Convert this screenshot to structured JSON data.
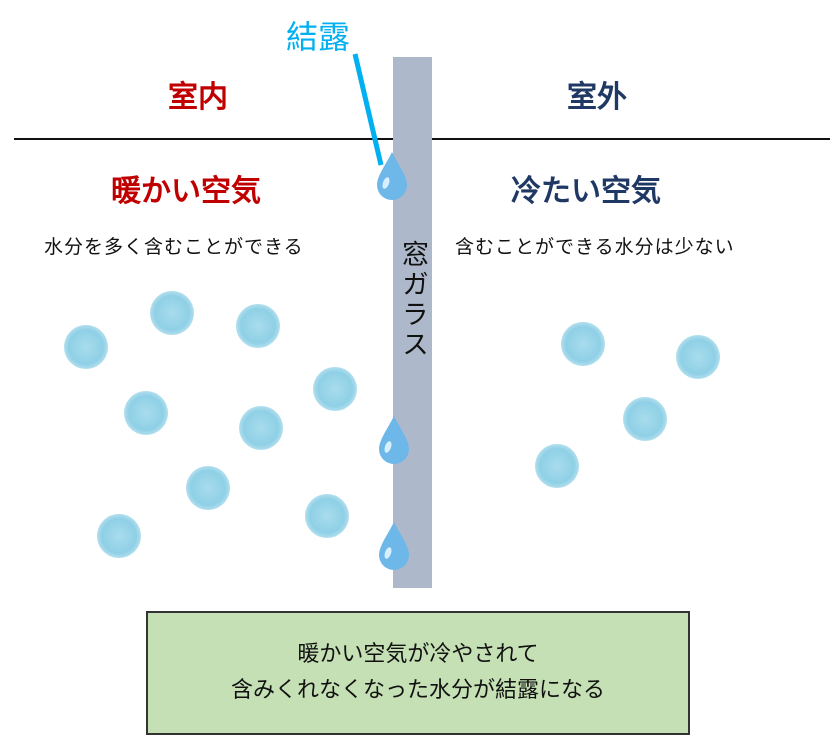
{
  "labels": {
    "condensation": "結露",
    "indoor": "室内",
    "outdoor": "室外",
    "glass": "窓ガラス"
  },
  "indoor": {
    "heading": "暖かい空気",
    "desc": "水分を多く含むことができる"
  },
  "outdoor": {
    "heading": "冷たい空気",
    "desc": "含むことができる水分は少ない"
  },
  "summary": {
    "line1": "暖かい空気が冷やされて",
    "line2": "含みくれなくなった水分が結露になる"
  },
  "colors": {
    "indoor": "#c00000",
    "outdoor": "#1f3864",
    "condensation": "#00b0f0",
    "glass": "#adb9ca",
    "box": "#c5e0b4"
  }
}
